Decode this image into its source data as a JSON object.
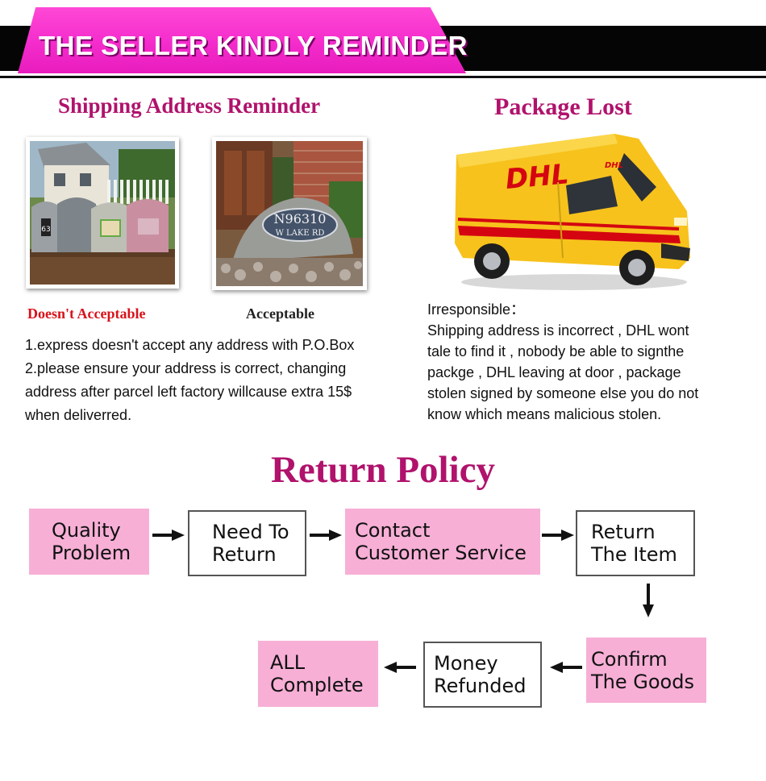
{
  "banner": {
    "title": "THE SELLER KINDLY REMINDER"
  },
  "shipping": {
    "heading": "Shipping Address Reminder",
    "photos": [
      {
        "caption": "Doesn't Acceptable",
        "icon": "mailboxes-photo"
      },
      {
        "caption": "Acceptable",
        "icon": "address-stone-photo",
        "sign_line1": "N96310",
        "sign_line2": "W LAKE RD"
      }
    ],
    "notes": [
      "1.express doesn't accept any address with P.O.Box",
      "2.please ensure your address is correct, changing",
      "address after parcel left factory willcause extra 15$",
      "when deliverred."
    ]
  },
  "package_lost": {
    "heading": "Package Lost",
    "van_logo": "DHL",
    "van_small_logo": "DHL",
    "lines": [
      "Irresponsible：",
      "Shipping address is incorrect , DHL wont",
      "tale to find it , nobody be able to signthe",
      "packge , DHL leaving at door , package",
      "stolen signed by someone else you do not",
      "know which means malicious stolen."
    ]
  },
  "return_policy": {
    "heading": "Return Policy",
    "steps": [
      {
        "line1": "Quality",
        "line2": "Problem",
        "style": "pink"
      },
      {
        "line1": "Need To",
        "line2": "Return",
        "style": "white"
      },
      {
        "line1": "Contact",
        "line2": "Customer Service",
        "style": "pink"
      },
      {
        "line1": "Return",
        "line2": "The Item",
        "style": "white"
      },
      {
        "line1": "Confirm",
        "line2": "The Goods",
        "style": "pink"
      },
      {
        "line1": "Money",
        "line2": "Refunded",
        "style": "white"
      },
      {
        "line1": "ALL",
        "line2": "Complete",
        "style": "pink"
      }
    ]
  },
  "colors": {
    "banner_pink": "#f42ccc",
    "heading_magenta": "#b0126c",
    "step_pink": "#f7afd6",
    "caption_red": "#d8121a",
    "dhl_yellow": "#f7c21c",
    "dhl_red": "#d40511"
  }
}
